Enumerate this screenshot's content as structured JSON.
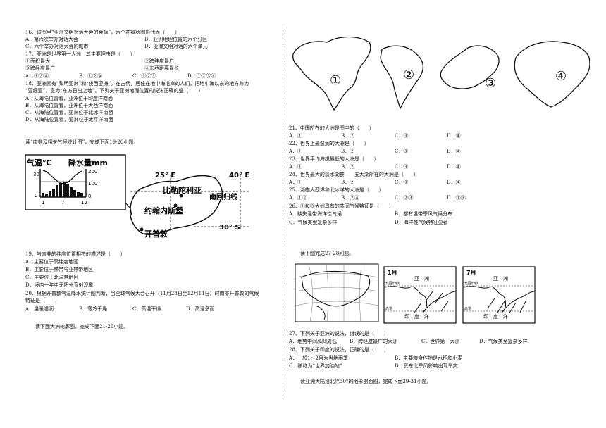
{
  "left": {
    "q16": "16、该图甲“亚洲文明对话大会的会标”，六个花瓣状图形代表（　　）",
    "q16_a": "A．第六次举办对话大会",
    "q16_b": "B．亚洲地理位置的六个分区",
    "q16_c": "C．六个举办对话大会的城市",
    "q16_d": "D．亚洲文明对话的六个单元",
    "q17": "17、亚洲是世界第一大洲，其主要理由是（　　）",
    "q17_1": "①面积最大",
    "q17_2": "②跨纬度最广",
    "q17_3": "③跨经度最广",
    "q17_4": "④东西距离最长",
    "q17_opts": [
      "A．①③④",
      "B．①②④",
      "C．①②③",
      "D．①②③④"
    ],
    "q18_l1": "18、亚洲素有“黎明亚洲”和“夜西亚洲”。在古代，居住在地中海沿岸的人们，把地中海以东的地方称为",
    "q18_l2": "“亚细亚”，意为“东方日出之地”。下列关于亚洲地理位置的说法正确的是（　　）",
    "q18_a": "A．从海陆位置看，亚洲位于印度洋南面",
    "q18_b": "B．从海陆位置看，亚洲位于大西洋南面",
    "q18_c": "C．从海陆位置看，亚洲位于北冰洋南面",
    "q18_d": "D．从海陆位置看，亚洲位于太平洋南面",
    "intro_19_20": "读“南非及相关气候统计图”，完成下面19-20小题。",
    "q19": "19、与南非的纬度位置相符的描述是（　　）",
    "q19_a": "A．主要位于高纬度地区",
    "q19_b": "B．主要位于热带与亚热带地区",
    "q19_c": "C．主要位于北温带地区",
    "q19_d": "D．境内一年中无阳光直射现象",
    "q20_l1": "20、根据开普敦气温降水统计图判断，当全球气候大会召开（11月28日至12月11日）时南非开普敦的气候",
    "q20_l2": "特征是（　　）",
    "q20_opts": [
      "A．温暖湿润",
      "B．寒冷干燥",
      "C．高温干燥",
      "D．高温多雨"
    ],
    "intro_21_26": "读下面大洲轮廓图，完成下面21-26小题。"
  },
  "climate_map": {
    "temp_label": "气温℃",
    "precip_label": "降水量mm",
    "y_left": [
      "30",
      "0"
    ],
    "y_right": [
      "200",
      "100",
      "0"
    ],
    "x_ticks": [
      "1",
      "7",
      "12"
    ],
    "lon_25": "25° E",
    "lon_40": "40° E",
    "city_pretoria": "比勒陀利亚",
    "city_joburg": "约翰内斯堡",
    "city_cape": "开普敦",
    "tropic": "南回归线",
    "lat_30": "30° S"
  },
  "continents": [
    "①",
    "②",
    "③",
    "④"
  ],
  "right": {
    "q21": "21、中国所在的大洲是图中的（　　）",
    "q21_opts": [
      "A．①",
      "B．②",
      "C．③",
      "D．④"
    ],
    "q22": "22、世界上最湿润的大洲是（　　）",
    "q22_opts": [
      "A．①",
      "B．②",
      "C．③",
      "D．④"
    ],
    "q23": "23、世界平均海拔最低的大洲是（　　）",
    "q23_opts": [
      "A．①",
      "B．②",
      "C．③",
      "D．④"
    ],
    "q24": "24、世界最大的淡水湖群——五大湖所在的大洲是（　　）",
    "q24_opts": [
      "A．①",
      "B．②",
      "C．③",
      "D．④"
    ],
    "q25": "25、濒临大西洋和北冰洋的大洲是（　　）",
    "q25_opts": [
      "A．①②",
      "B．②④",
      "C．②③",
      "D．①③"
    ],
    "q26": "26、①和③大洲具有的共同气候特征是（　　）",
    "q26_a": "A．缺失温带海洋性气候",
    "q26_b": "B．都有温带季风气候分布",
    "q26_c": "C．气候类型复杂多样",
    "q26_d": "D．海洋性气候特征显著",
    "intro_27_28": "读下图完成27-28问题。",
    "q27": "27、下列关于亚洲的说法，错误的是（　　）",
    "q27_a": "A．地势中间高四周低",
    "q27_b": "B．跨经度最广的大洲",
    "q27_c": "C．世界第一大洲",
    "q27_d": "D．气候类型复杂多样",
    "q28": "28、下列关于印度的说法，正确的是（　　）",
    "q28_a": "A．一般1～2月为当地雨季",
    "q28_b": "B．主要粮食作物是水稻和小麦",
    "q28_c": "C．被称为“世界加油站”",
    "q28_d": "D．受东北季风影响出现旱灾",
    "intro_29_31": "读亚洲大陆沿北纬30°的地形剖面图，完成下面29-31小题。"
  },
  "monsoon": {
    "jan_month": "1月",
    "jul_month": "7月",
    "asia": "亚　洲",
    "indian_ocean": "印　度　洋",
    "tropic_n": "北回归线",
    "equator": "赤道"
  }
}
